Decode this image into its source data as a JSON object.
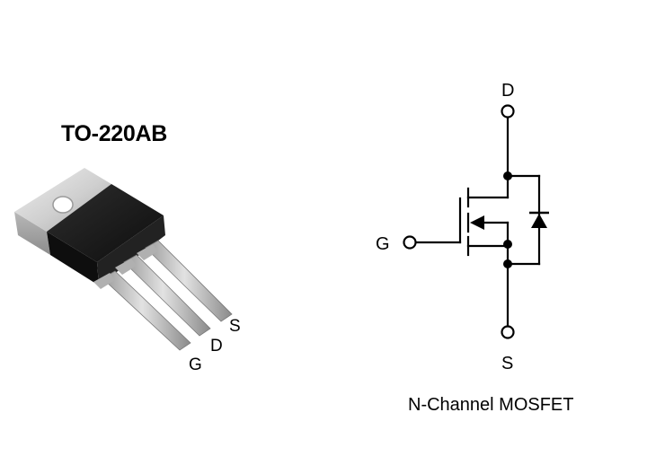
{
  "package": {
    "title": "TO-220AB",
    "pins": {
      "gate": "G",
      "drain": "D",
      "source": "S"
    }
  },
  "schematic": {
    "caption": "N-Channel MOSFET",
    "terminals": {
      "drain": "D",
      "gate": "G",
      "source": "S"
    }
  },
  "colors": {
    "tab_light": "#e6e6e6",
    "tab_mid": "#c6c6c6",
    "tab_dark": "#9a9a9a",
    "body_black": "#1a1a1a",
    "lead_light": "#d0d0d0",
    "lead_dark": "#8f8f8f",
    "wire": "#000000"
  }
}
